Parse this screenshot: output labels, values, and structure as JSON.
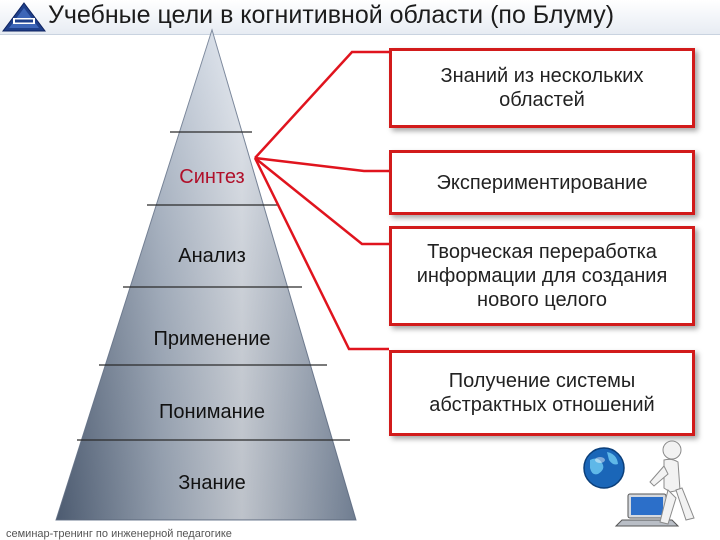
{
  "header": {
    "title": "Учебные цели в когнитивной области  (по Блуму)",
    "logo_icon": "university-logo-icon"
  },
  "pyramid": {
    "levels": [
      {
        "label": "Синтез",
        "highlight": true
      },
      {
        "label": "Анализ",
        "highlight": false
      },
      {
        "label": "Применение",
        "highlight": false
      },
      {
        "label": "Понимание",
        "highlight": false
      },
      {
        "label": "Знание",
        "highlight": false
      }
    ],
    "highlight_color": "#b0102a"
  },
  "boxes": [
    {
      "text": "Знаний из нескольких областей"
    },
    {
      "text": "Экспериментирование"
    },
    {
      "text": "Творческая переработка информации для создания нового целого"
    },
    {
      "text": "Получение системы абстрактных отношений"
    }
  ],
  "connector_color": "#e0141e",
  "footer": {
    "text": "семинар-тренинг по инженерной педагогике"
  },
  "clipart": {
    "icon": "person-with-globe-and-laptop-icon"
  }
}
